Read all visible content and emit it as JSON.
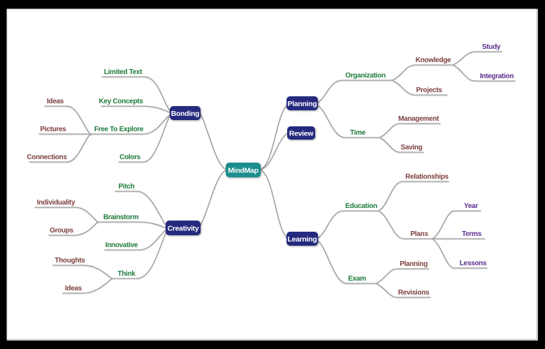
{
  "colors": {
    "frame": "#000000",
    "canvas": "#ffffff",
    "canvas_edge": "#bdbdbd",
    "connector": "#9a9a9a",
    "root_fill": "#1b8e8d",
    "topic_fill": "#252a7e",
    "topic_text": "#ffffff",
    "subtopic_text": "#1e7b3b",
    "detail_text": "#7b3f3d",
    "leaf_text": "#5c2d8e"
  },
  "root": {
    "label": "MindMap"
  },
  "topics": {
    "bonding": {
      "label": "Bonding",
      "children": {
        "limited_text": {
          "label": "Limited Text"
        },
        "key_concepts": {
          "label": "Key Concepts"
        },
        "free_to_explore": {
          "label": "Free To Explore",
          "children": {
            "ideas": {
              "label": "Ideas"
            },
            "pictures": {
              "label": "Pictures"
            },
            "connections": {
              "label": "Connections"
            }
          }
        },
        "colors": {
          "label": "Colors"
        }
      }
    },
    "creativity": {
      "label": "Creativity",
      "children": {
        "pitch": {
          "label": "Pitch"
        },
        "brainstorm": {
          "label": "Brainstorm",
          "children": {
            "individuality": {
              "label": "Individuality"
            },
            "groups": {
              "label": "Groups"
            }
          }
        },
        "innovative": {
          "label": "Innovative"
        },
        "think": {
          "label": "Think",
          "children": {
            "thoughts": {
              "label": "Thoughts"
            },
            "ideas": {
              "label": "Ideas"
            }
          }
        }
      }
    },
    "planning": {
      "label": "Planning",
      "children": {
        "organization": {
          "label": "Organization",
          "children": {
            "knowledge": {
              "label": "Knowledge",
              "children": {
                "study": {
                  "label": "Study"
                },
                "integration": {
                  "label": "Integration"
                }
              }
            },
            "projects": {
              "label": "Projects"
            }
          }
        },
        "time": {
          "label": "Time",
          "children": {
            "management": {
              "label": "Management"
            },
            "saving": {
              "label": "Saving"
            }
          }
        }
      }
    },
    "review": {
      "label": "Review"
    },
    "learning": {
      "label": "Learning",
      "children": {
        "education": {
          "label": "Education",
          "children": {
            "relationships": {
              "label": "Relationships"
            },
            "plans": {
              "label": "Plans",
              "children": {
                "year": {
                  "label": "Year"
                },
                "terms": {
                  "label": "Terms"
                },
                "lessons": {
                  "label": "Lessons"
                }
              }
            }
          }
        },
        "exam": {
          "label": "Exam",
          "children": {
            "planning": {
              "label": "Planning"
            },
            "revisions": {
              "label": "Revisions"
            }
          }
        }
      }
    }
  }
}
